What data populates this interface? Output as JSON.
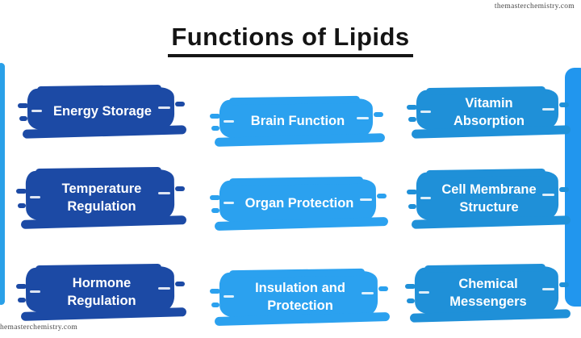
{
  "header": {
    "title": "Functions of Lipids",
    "watermark_top_right": "themasterchemistry.com",
    "watermark_bottom_left": "themasterchemistry.com"
  },
  "colors": {
    "column1": "#1c4aa5",
    "column2": "#2ba1ef",
    "column3": "#1f90d8",
    "edge_bar_left": "#2aa0e8",
    "edge_bar_right": "#2196ee"
  },
  "functions": [
    {
      "label": "Energy Storage",
      "column": 1
    },
    {
      "label": "Brain Function",
      "column": 2
    },
    {
      "label": "Vitamin Absorption",
      "column": 3
    },
    {
      "label": "Temperature Regulation",
      "column": 1
    },
    {
      "label": "Organ Protection",
      "column": 2
    },
    {
      "label": "Cell Membrane Structure",
      "column": 3
    },
    {
      "label": "Hormone Regulation",
      "column": 1
    },
    {
      "label": "Insulation and Protection",
      "column": 2
    },
    {
      "label": "Chemical Messengers",
      "column": 3
    }
  ]
}
